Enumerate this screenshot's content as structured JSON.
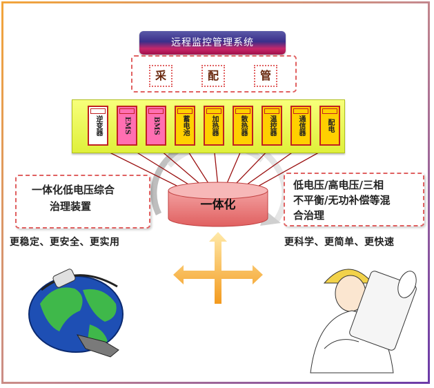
{
  "top_title": "远程监控管理系统",
  "cpb": [
    "采",
    "配",
    "管"
  ],
  "modules": [
    {
      "label": "逆变器",
      "color": "#ffffff"
    },
    {
      "label": "EMS",
      "color": "#ff6fb2"
    },
    {
      "label": "BMS",
      "color": "#ff6fb2"
    },
    {
      "label": "蓄电池",
      "color": "#ffd000"
    },
    {
      "label": "加热器",
      "color": "#ffd000"
    },
    {
      "label": "散热器",
      "color": "#ffd000"
    },
    {
      "label": "温控器",
      "color": "#ffd000"
    },
    {
      "label": "通信器",
      "color": "#ffd000"
    },
    {
      "label": "配电",
      "color": "#ffd000"
    }
  ],
  "core_label": "一体化",
  "left_box": "一体化低电压综合治理装置",
  "left_box_lines": [
    "一体化低电压综合",
    "治理装置"
  ],
  "left_tagline": "更稳定、更安全、更实用",
  "right_box_lines": [
    "低电压/高电压/三相",
    "不平衡/无功补偿等混",
    "合治理"
  ],
  "right_tagline": "更科学、更简单、更快速",
  "colors": {
    "accent_red": "#e06060",
    "module_bar": "#e8f84a",
    "arrow": "#f5a623"
  }
}
